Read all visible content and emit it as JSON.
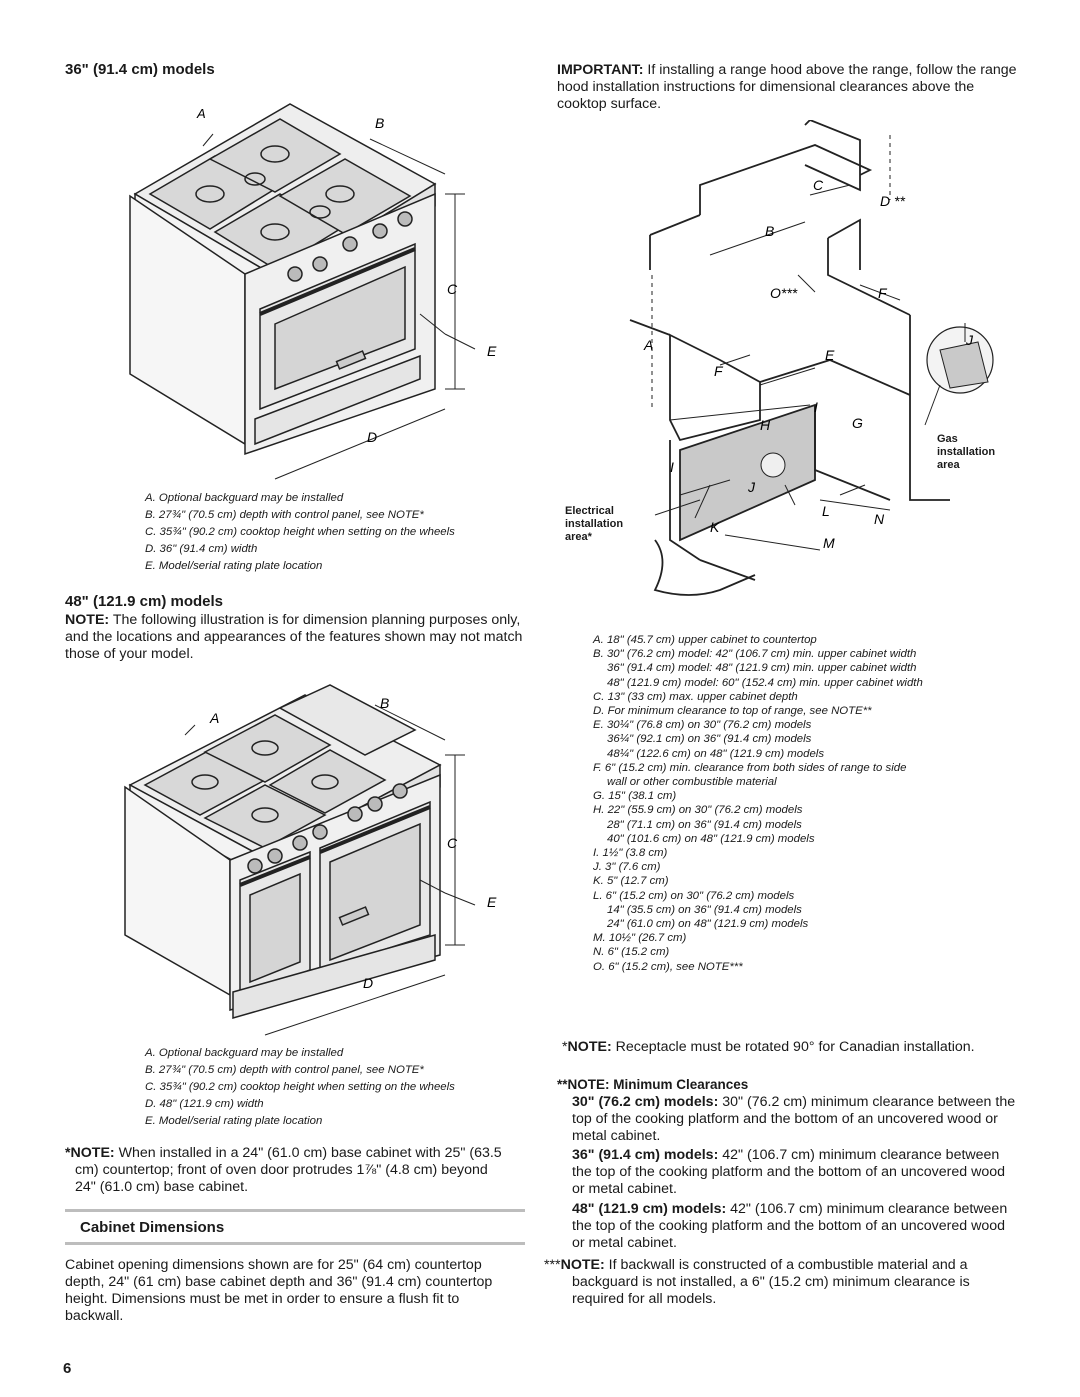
{
  "left": {
    "section1_title": "36\" (91.4 cm) models",
    "fig1_labels": {
      "a": "A",
      "b": "B",
      "c": "C",
      "d": "D",
      "e": "E"
    },
    "fig1_captions": [
      "A. Optional backguard may be installed",
      "B. 27¾\" (70.5 cm) depth with control panel, see NOTE*",
      "C. 35¾\" (90.2 cm) cooktop height when setting on the wheels",
      "D. 36\" (91.4 cm) width",
      "E. Model/serial rating plate location"
    ],
    "section2_title": "48\" (121.9 cm) models",
    "note_bold": "NOTE:",
    "note_text": " The following illustration is for dimension planning purposes only, and the locations and appearances of the features shown may not match those of your model.",
    "fig2_labels": {
      "a": "A",
      "b": "B",
      "c": "C",
      "d": "D",
      "e": "E"
    },
    "fig2_captions": [
      "A. Optional backguard may be installed",
      "B. 27¾\" (70.5 cm) depth with control panel, see NOTE*",
      "C. 35¾\" (90.2 cm) cooktop height when setting on the wheels",
      "D. 48\" (121.9 cm) width",
      "E. Model/serial rating plate location"
    ],
    "star_note_bold": "*NOTE:",
    "star_note_text": " When installed in a 24\" (61.0 cm) base cabinet with 25\" (63.5 cm) countertop; front of oven door protrudes 1⅞\" (4.8 cm) beyond 24\" (61.0 cm) base cabinet.",
    "cabinet_title": "Cabinet Dimensions",
    "cabinet_text": "Cabinet opening dimensions shown are for 25\" (64 cm) countertop depth, 24\" (61 cm) base cabinet depth and 36\" (91.4 cm) countertop height. Dimensions must be met in order to ensure a flush fit to backwall."
  },
  "right": {
    "important_bold": "IMPORTANT:",
    "important_text": " If installing a range hood above the range, follow the range hood installation instructions for dimensional clearances above the cooktop surface.",
    "diagram_labels": {
      "a": "A",
      "b": "B",
      "c": "C",
      "d": "D **",
      "e": "E",
      "f1": "F",
      "f2": "F",
      "g": "G",
      "h": "H",
      "i1": "I",
      "i2": "I",
      "j1": "J",
      "j2": "J",
      "k": "K",
      "l": "L",
      "m": "M",
      "n": "N",
      "o": "O***",
      "gas_area": [
        "Gas",
        "installation",
        "area"
      ],
      "electrical_area": [
        "Electrical",
        "installation",
        "area*"
      ]
    },
    "legend": [
      {
        "key": "A.",
        "lines": [
          "18\" (45.7 cm) upper cabinet to countertop"
        ]
      },
      {
        "key": "B.",
        "lines": [
          "30\" (76.2 cm) model: 42\" (106.7 cm) min. upper cabinet width",
          "36\" (91.4 cm) model: 48\" (121.9 cm) min. upper cabinet width",
          "48\" (121.9 cm) model: 60\" (152.4 cm) min. upper cabinet width"
        ]
      },
      {
        "key": "C.",
        "lines": [
          "13\" (33 cm) max. upper cabinet depth"
        ]
      },
      {
        "key": "D.",
        "lines": [
          "For minimum clearance to top of range, see NOTE**"
        ]
      },
      {
        "key": "E.",
        "lines": [
          "30¼\" (76.8 cm) on 30\" (76.2 cm) models",
          "36¼\" (92.1 cm) on 36\" (91.4 cm) models",
          "48¼\" (122.6 cm) on 48\" (121.9 cm) models"
        ]
      },
      {
        "key": "F.",
        "lines": [
          "6\" (15.2 cm) min. clearance from both sides of range to side",
          "wall or other combustible material"
        ]
      },
      {
        "key": "G.",
        "lines": [
          "15\" (38.1 cm)"
        ]
      },
      {
        "key": "H.",
        "lines": [
          "22\" (55.9 cm) on 30\" (76.2 cm) models",
          "28\" (71.1 cm) on 36\" (91.4 cm) models",
          "40\" (101.6 cm) on 48\" (121.9 cm) models"
        ]
      },
      {
        "key": "I.",
        "lines": [
          "1½\" (3.8 cm)"
        ]
      },
      {
        "key": "J.",
        "lines": [
          "3\" (7.6 cm)"
        ]
      },
      {
        "key": "K.",
        "lines": [
          "5\" (12.7 cm)"
        ]
      },
      {
        "key": "L.",
        "lines": [
          "6\" (15.2 cm) on 30\" (76.2 cm) models",
          "14\" (35.5 cm) on 36\" (91.4 cm) models",
          "24\" (61.0 cm) on 48\" (121.9 cm) models"
        ]
      },
      {
        "key": "M.",
        "lines": [
          "10½\" (26.7 cm)"
        ]
      },
      {
        "key": "N.",
        "lines": [
          "6\" (15.2 cm)"
        ]
      },
      {
        "key": "O.",
        "lines": [
          "6\" (15.2 cm), see NOTE***"
        ]
      }
    ],
    "note1_prefix": "*",
    "note1_bold": "NOTE:",
    "note1_text": " Receptacle must be rotated 90° for Canadian installation.",
    "note2_prefix": "**",
    "note2_title": "NOTE: Minimum Clearances",
    "clear30_bold": "30\" (76.2 cm) models:",
    "clear30_text": " 30\" (76.2 cm) minimum clearance between the top of the cooking platform and the bottom of an uncovered wood or metal cabinet.",
    "clear36_bold": "36\" (91.4 cm) models:",
    "clear36_text": " 42\" (106.7 cm) minimum clearance between the top of the cooking platform and the bottom of an uncovered wood or metal cabinet.",
    "clear48_bold": "48\" (121.9 cm) models:",
    "clear48_text": " 42\" (106.7 cm) minimum clearance between the top of the cooking platform and the bottom of an uncovered wood or metal cabinet.",
    "note3_prefix": "***",
    "note3_bold": "NOTE:",
    "note3_text": " If backwall is constructed of a combustible material and a backguard is not installed, a 6\" (15.2 cm) minimum clearance is required for all models."
  },
  "page_number": "6"
}
